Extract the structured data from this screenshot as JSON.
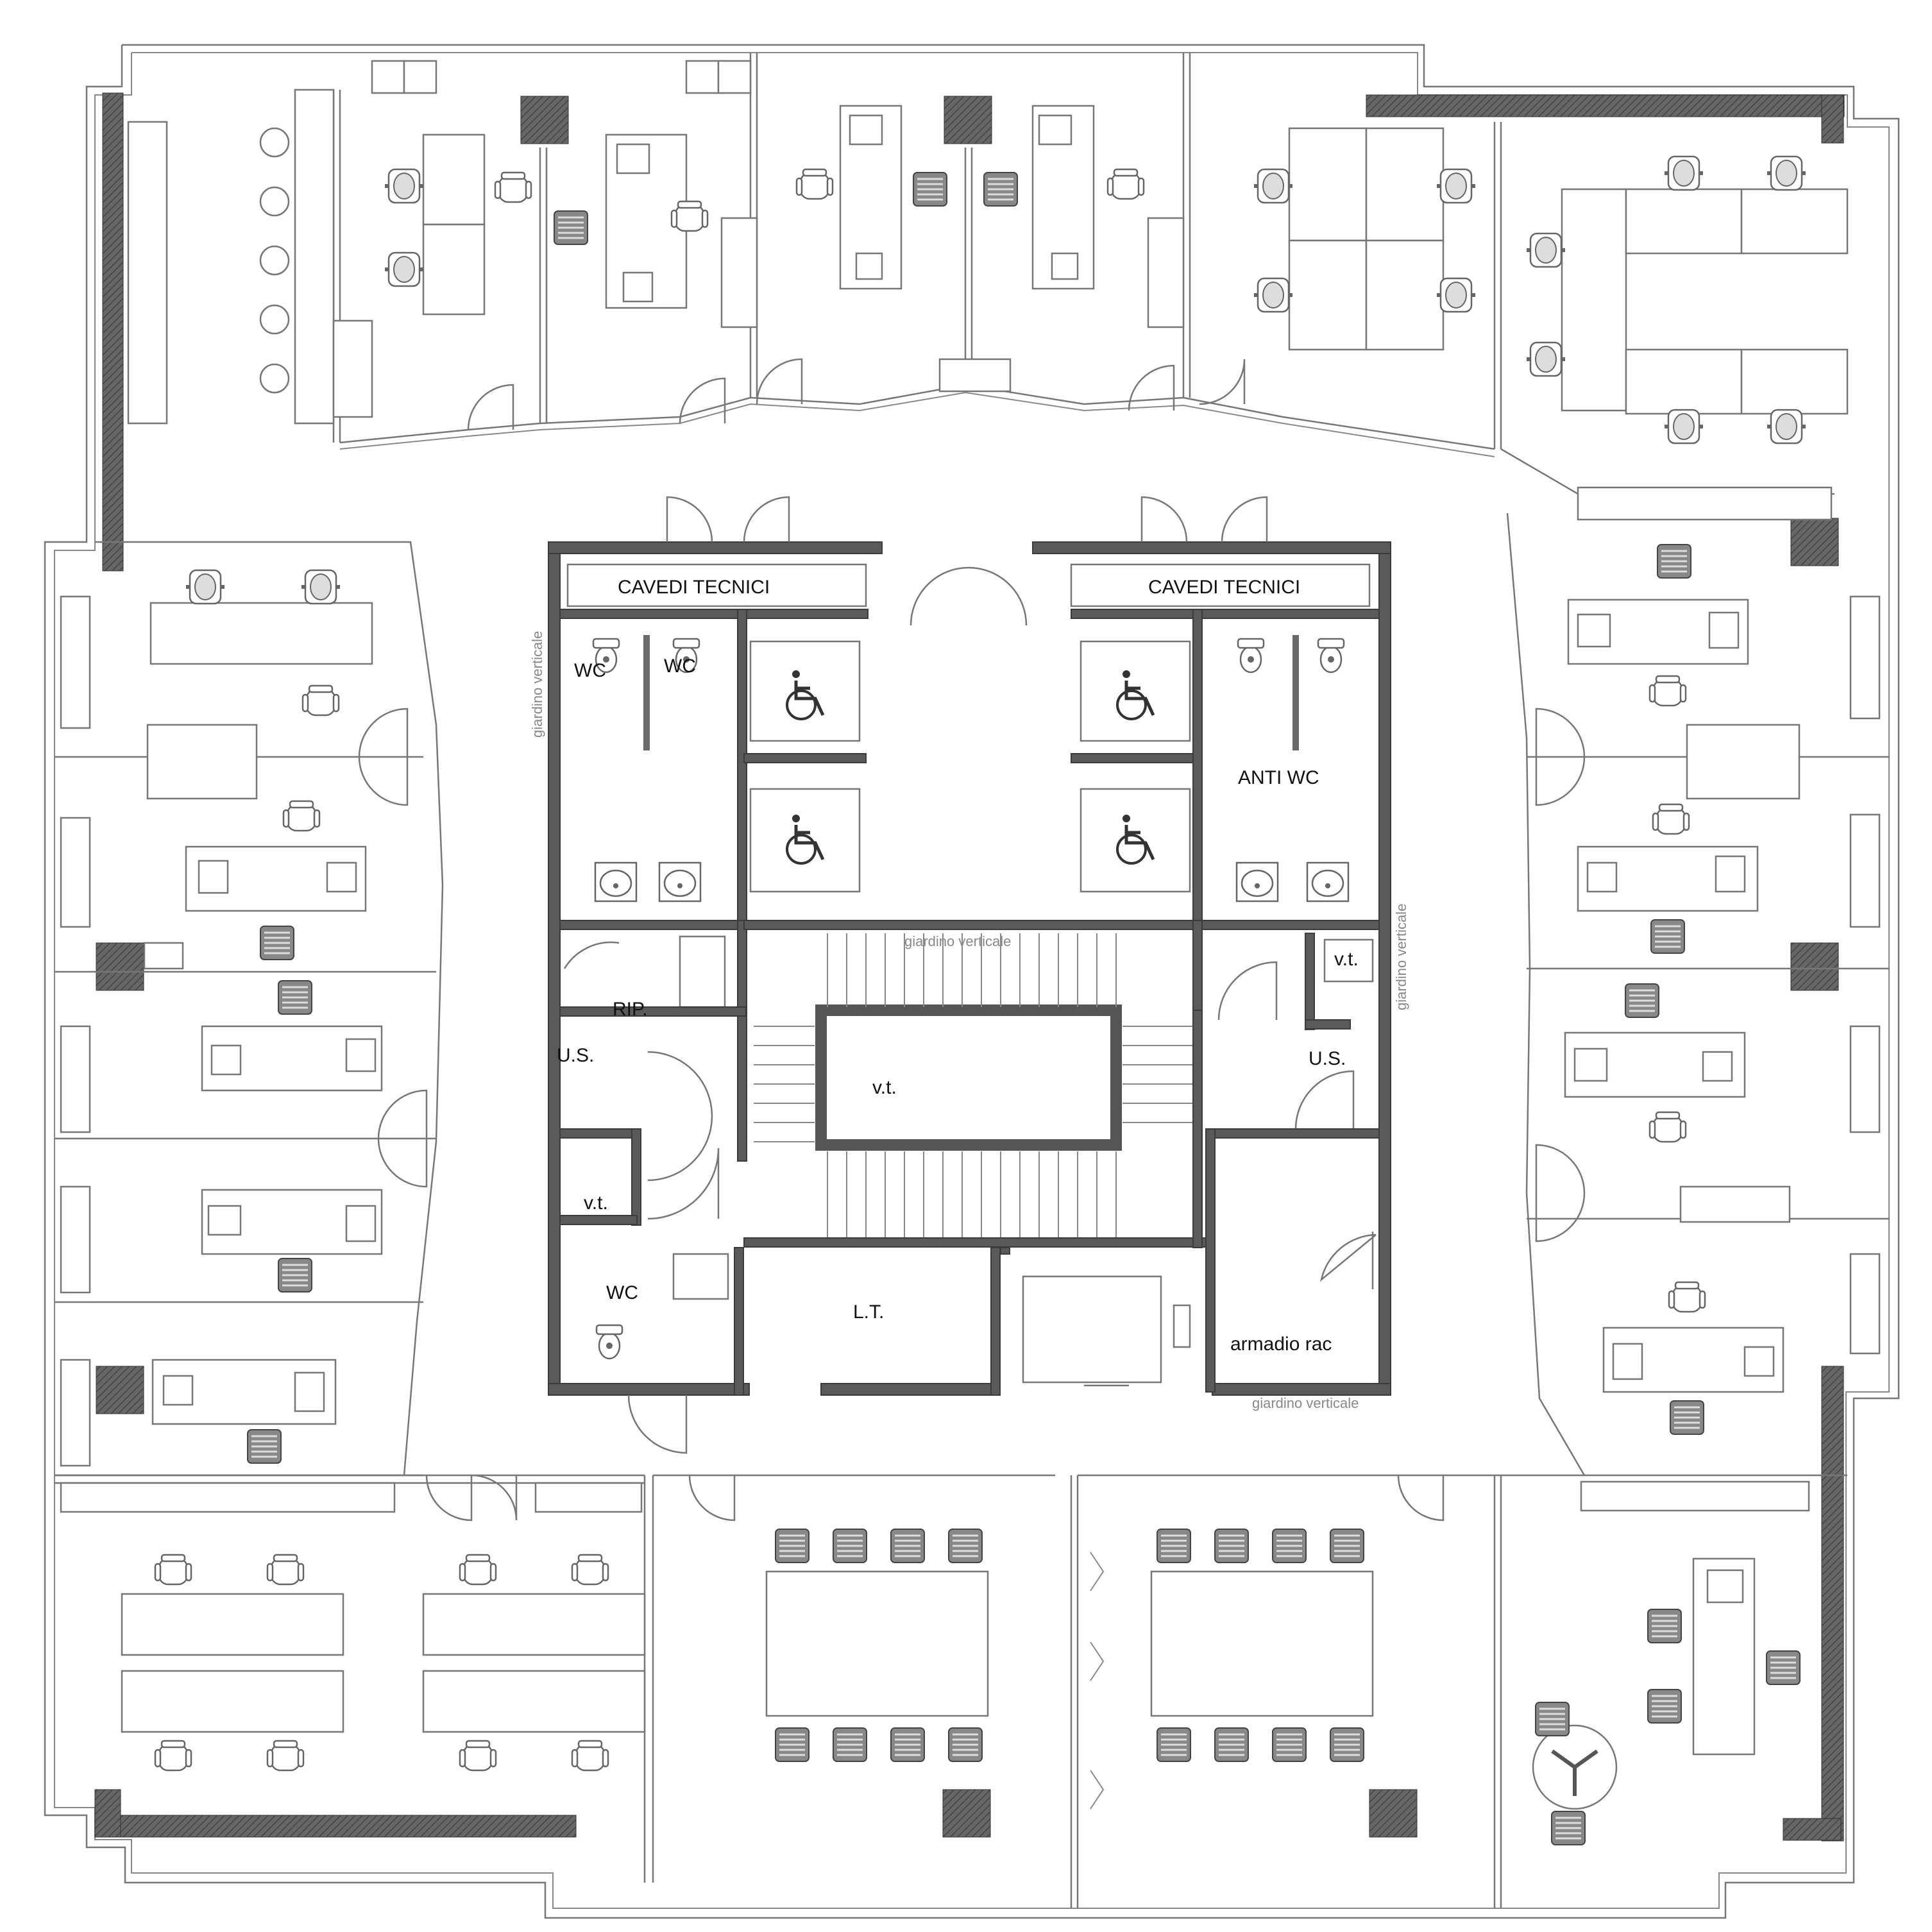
{
  "labels": {
    "cavedi_left": "CAVEDI TECNICI",
    "cavedi_right": "CAVEDI TECNICI",
    "wc_1": "WC",
    "wc_2": "WC",
    "wc_3": "WC",
    "anti_wc": "ANTI WC",
    "rip": "RIP.",
    "us_left": "U.S.",
    "us_right": "U.S.",
    "vt_center": "v.t.",
    "vt_left": "v.t.",
    "vt_right": "v.t.",
    "lt": "L.T.",
    "armadio": "armadio rac",
    "giardino_left": "giardino verticale",
    "giardino_center": "giardino verticale",
    "giardino_right": "giardino verticale",
    "giardino_bottom": "giardino verticale"
  },
  "colors": {
    "wall": "#5a5a5a",
    "line": "#777777",
    "background": "#ffffff"
  },
  "icons": [
    "wheelchair-icon",
    "toilet-icon",
    "sink-icon",
    "office-chair-icon",
    "desk-icon"
  ]
}
